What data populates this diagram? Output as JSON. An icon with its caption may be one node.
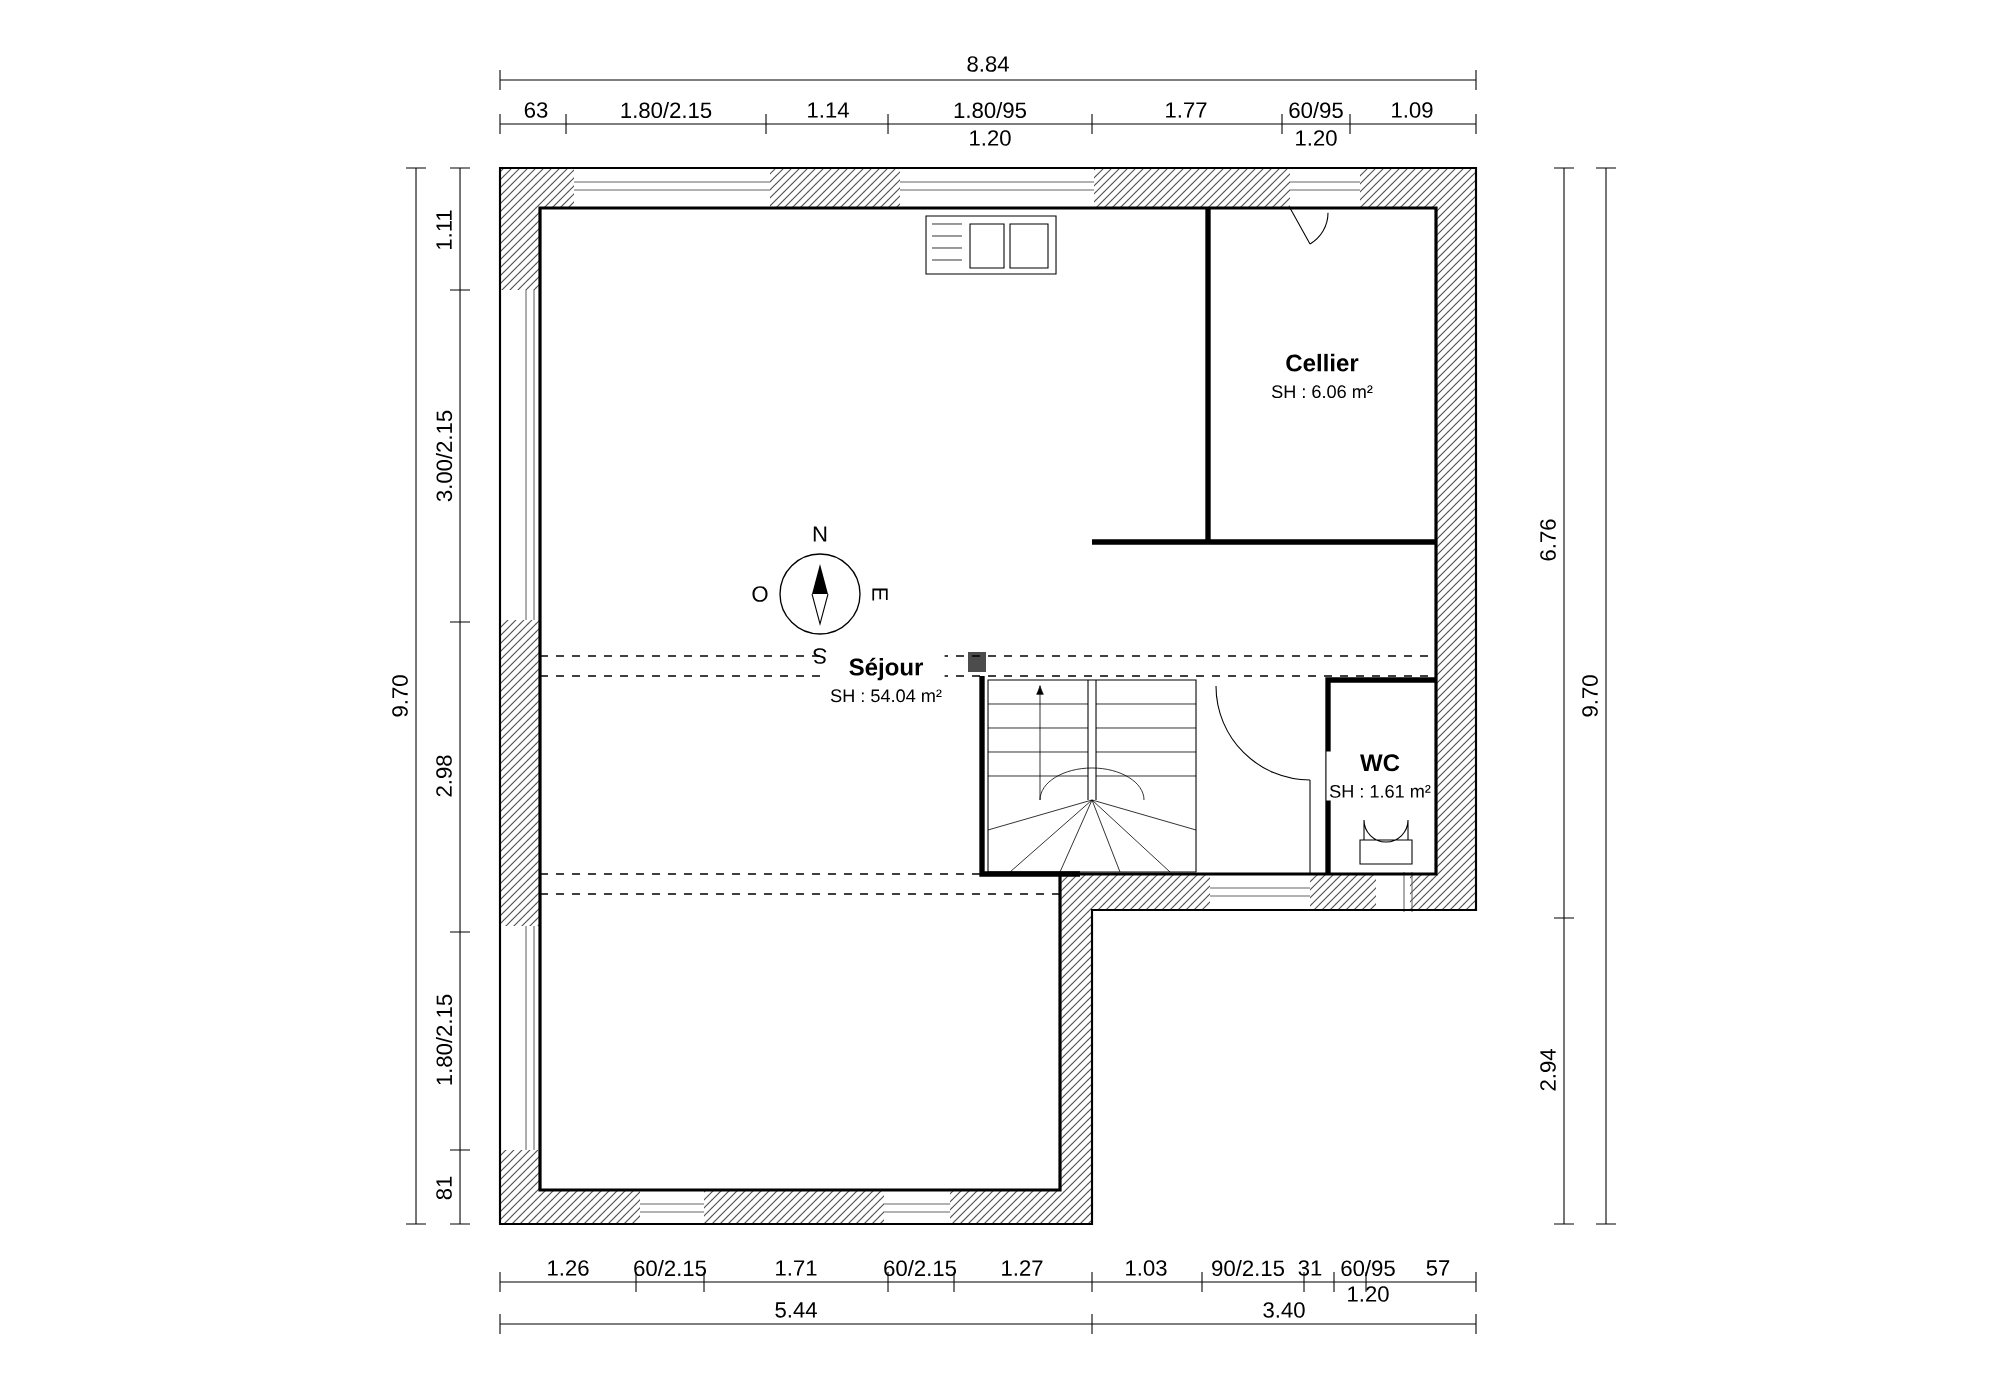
{
  "diagram": {
    "nodes": [
      {
        "text": [
          "Séjour",
          "SH : 54.04 m²"
        ]
      },
      {
        "text": [
          "Cellier",
          "SH : 6.06 m²"
        ]
      },
      {
        "text": [
          "WC",
          "SH : 1.61 m²"
        ]
      }
    ],
    "labels": [
      "8.84",
      "63",
      "1.80/2.15",
      "1.14",
      "1.80/95",
      "1.77",
      "60/95",
      "1.09",
      "1.20",
      "1.20",
      "9.70",
      "1.11",
      "3.00/2.15",
      "2.98",
      "1.80/2.15",
      "81",
      "N",
      "O",
      "E",
      "S",
      "6.76",
      "2.94",
      "9.70",
      "1.26",
      "60/2.15",
      "1.71",
      "60/2.15",
      "1.27",
      "1.03",
      "90/2.15",
      "31",
      "60/95",
      "57",
      "1.20",
      "5.44",
      "3.40"
    ]
  }
}
